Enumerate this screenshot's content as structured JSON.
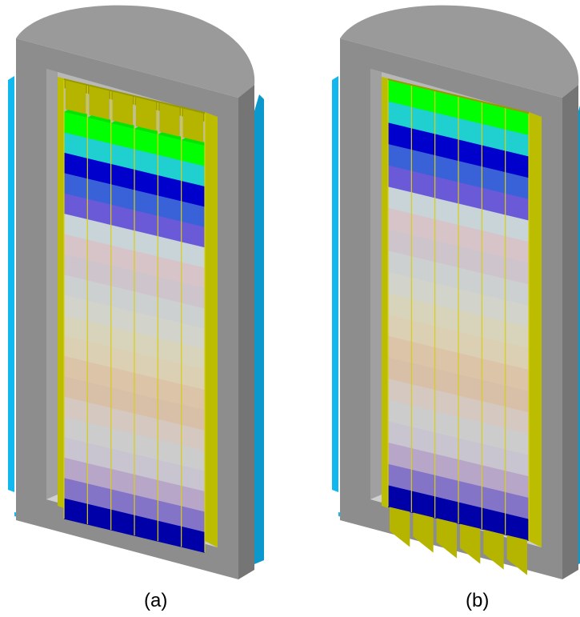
{
  "captions": {
    "a": "(a)",
    "b": "(b)"
  },
  "colors": {
    "background": "#ffffff",
    "shell_front": "#8d8d8d",
    "shell_top": "#9a9a9a",
    "shell_dark": "#757575",
    "cavity": "#b8b8b8",
    "cladding_front": "#11b7ef",
    "cladding_side": "#0a98cd",
    "wall_olive": "#bcbc00",
    "wall_olive_dark": "#999900",
    "divider": "#d8cf10"
  },
  "figures": [
    {
      "id": "a",
      "layers_top_to_bottom": [
        "#00ff00",
        "#20cfcf",
        "#0000cd",
        "#3a62d8",
        "#6a5ad8",
        "#c8d4d8",
        "#d6c4c8",
        "#cec4cc",
        "#ccd0d0",
        "#d2d4cc",
        "#d8d4bc",
        "#dcd0b4",
        "#dcc4a8",
        "#d8c0a8",
        "#d4c8c0",
        "#cccccc",
        "#c8c4d0",
        "#b8a6c8",
        "#8474c8",
        "#0000a8"
      ],
      "columns": 6
    },
    {
      "id": "b",
      "layers_top_to_bottom": [
        "#00ff00",
        "#20cfcf",
        "#0000cd",
        "#3a62d8",
        "#6a5ad8",
        "#c8d4d8",
        "#d6c4c8",
        "#cec4cc",
        "#ccd0d0",
        "#d2d4cc",
        "#d8d4bc",
        "#dcd0b4",
        "#dcc4a8",
        "#d8c0a8",
        "#d4c8c0",
        "#cccccc",
        "#c8c4d0",
        "#b8a6c8",
        "#8474c8",
        "#0000a8"
      ],
      "columns": 6
    }
  ]
}
